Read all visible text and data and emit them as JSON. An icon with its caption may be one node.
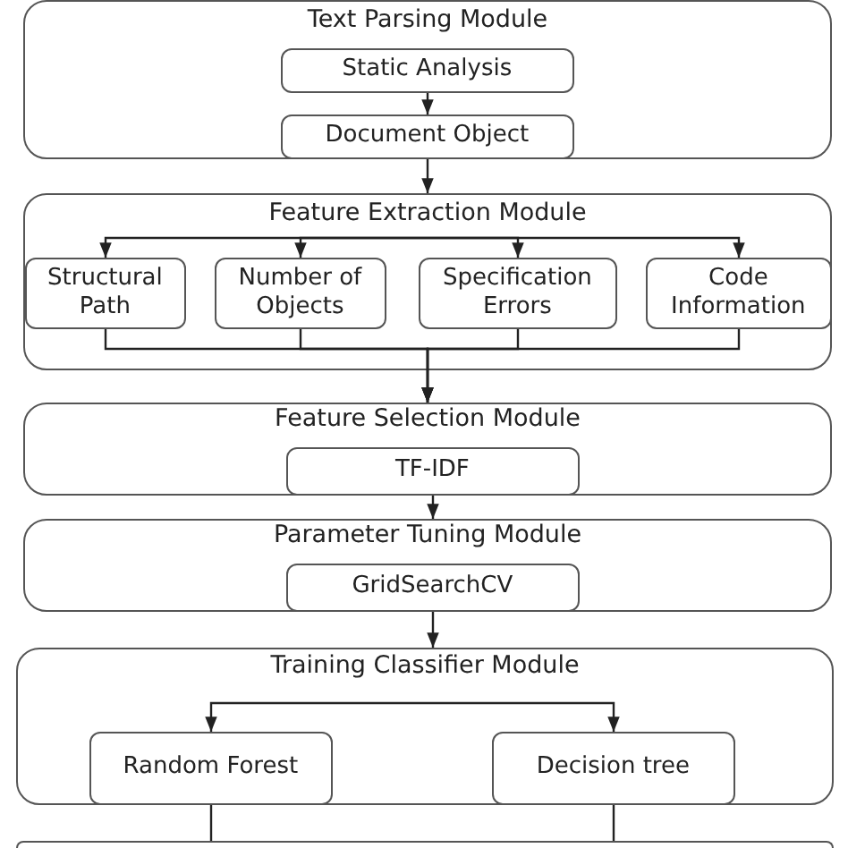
{
  "diagram": {
    "nodes": [
      {
        "text": [
          "Text Parsing Module"
        ]
      },
      {
        "text": [
          "Static Analysis"
        ],
        "in": 0
      },
      {
        "text": [
          "Document Object"
        ],
        "in": 0
      },
      {
        "text": [
          "Feature Extraction Module"
        ]
      },
      {
        "text": [
          "Structural Path"
        ],
        "in": 3
      },
      {
        "text": [
          "Number of Objects"
        ],
        "in": 3
      },
      {
        "text": [
          "Specification Errors"
        ],
        "in": 3
      },
      {
        "text": [
          "Code Information"
        ],
        "in": 3
      },
      {
        "text": [
          "Feature Selection Module"
        ]
      },
      {
        "text": [
          "TF-IDF"
        ],
        "in": 8
      },
      {
        "text": [
          "Parameter Tuning Module"
        ]
      },
      {
        "text": [
          "GridSearchCV"
        ],
        "in": 10
      },
      {
        "text": [
          "Training Classifier Module"
        ]
      },
      {
        "text": [
          "Random Forest"
        ],
        "in": 12
      },
      {
        "text": [
          "Decision tree"
        ],
        "in": 12
      },
      {
        "text": [],
        "shape": "box"
      }
    ],
    "edges": [
      {
        "from": 1,
        "to": 2,
        "arrow": "to"
      },
      {
        "from": 2,
        "to": 3,
        "arrow": "to"
      },
      {
        "from": null,
        "to": 4,
        "arrow": "to"
      },
      {
        "from": null,
        "to": 5,
        "arrow": "to"
      },
      {
        "from": null,
        "to": 6,
        "arrow": "to"
      },
      {
        "from": null,
        "to": 7,
        "arrow": "to"
      },
      {
        "from": 4,
        "to": 8,
        "arrow": "to"
      },
      {
        "from": 5,
        "to": 8,
        "arrow": "to"
      },
      {
        "from": 6,
        "to": 8,
        "arrow": "to"
      },
      {
        "from": 7,
        "to": 8,
        "arrow": "to"
      },
      {
        "from": 9,
        "to": 10,
        "arrow": "to"
      },
      {
        "from": 11,
        "to": 12,
        "arrow": "to"
      },
      {
        "from": null,
        "to": 13,
        "arrow": "to"
      },
      {
        "from": null,
        "to": 14,
        "arrow": "to"
      },
      {
        "from": 13,
        "to": 15,
        "arrow": "none"
      },
      {
        "from": 14,
        "to": 15,
        "arrow": "none"
      }
    ]
  }
}
